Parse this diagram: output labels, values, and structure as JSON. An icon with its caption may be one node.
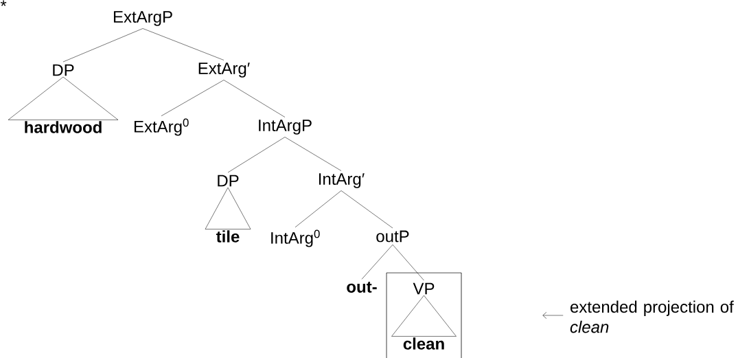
{
  "diagram": {
    "nodes": [
      {
        "text": [
          "ExtArgP"
        ]
      },
      {
        "text": [
          "DP"
        ]
      },
      {
        "text": [
          "hardwood"
        ]
      },
      {
        "text": [
          "ExtArg′"
        ]
      },
      {
        "text": [
          "ExtArg$^{0}$"
        ]
      },
      {
        "text": [
          "IntArgP"
        ]
      },
      {
        "text": [
          "DP"
        ]
      },
      {
        "text": [
          "tile"
        ]
      },
      {
        "text": [
          "IntArg′"
        ]
      },
      {
        "text": [
          "IntArg$^{0}$"
        ]
      },
      {
        "text": [
          "outP"
        ]
      },
      {
        "text": [
          "out-"
        ]
      },
      {
        "text": [],
        "shape": "box"
      },
      {
        "text": [
          "VP"
        ],
        "in": 12
      },
      {
        "text": [
          "clean"
        ],
        "in": 12
      },
      {
        "text": [
          "extended projection of *clean*"
        ]
      }
    ],
    "edges": [
      {
        "from": 0,
        "to": 1,
        "arrow": "none"
      },
      {
        "from": 0,
        "to": 3,
        "arrow": "none"
      },
      {
        "from": 1,
        "to": 2,
        "arrow": "none"
      },
      {
        "from": 3,
        "to": 4,
        "arrow": "none"
      },
      {
        "from": 3,
        "to": 5,
        "arrow": "none"
      },
      {
        "from": 5,
        "to": 6,
        "arrow": "none"
      },
      {
        "from": 5,
        "to": 8,
        "arrow": "none"
      },
      {
        "from": 6,
        "to": 7,
        "arrow": "none"
      },
      {
        "from": 8,
        "to": 9,
        "arrow": "none"
      },
      {
        "from": 8,
        "to": 10,
        "arrow": "none"
      },
      {
        "from": 10,
        "to": 11,
        "arrow": "none"
      },
      {
        "from": 10,
        "to": 13,
        "arrow": "none"
      },
      {
        "from": 13,
        "to": 14,
        "arrow": "none"
      },
      {
        "from": 15,
        "to": null,
        "arrow": "to"
      }
    ],
    "labels": [
      "*"
    ]
  }
}
